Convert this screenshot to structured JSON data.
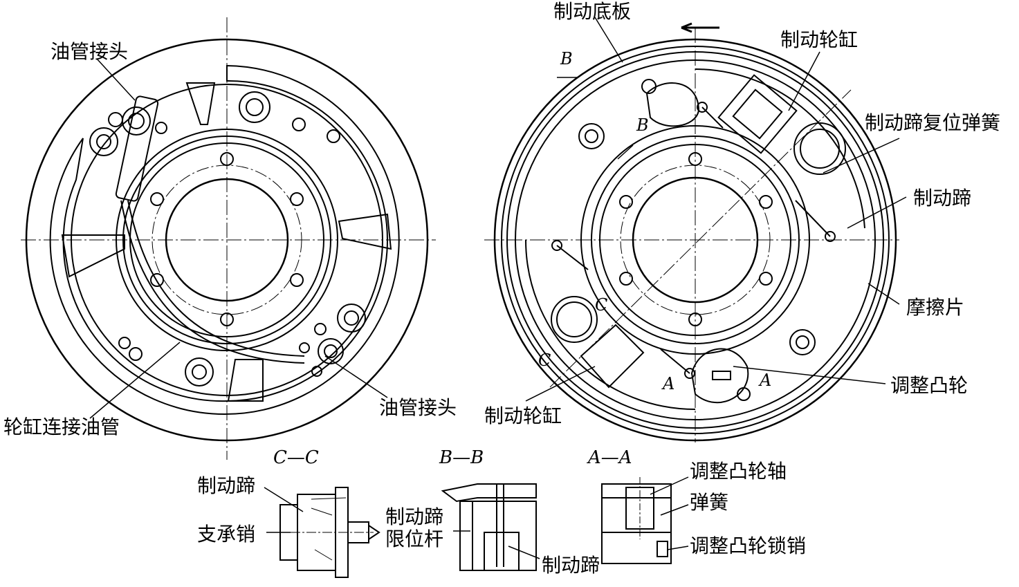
{
  "left_view": {
    "oil_pipe_joint_top": "油管接头",
    "oil_pipe_joint_bottom": "油管接头",
    "wheel_cyl_oil_pipe": "轮缸连接油管"
  },
  "right_view": {
    "backing_plate": "制动底板",
    "wheel_cylinder_top": "制动轮缸",
    "shoe_return_spring": "制动蹄复位弹簧",
    "brake_shoe": "制动蹄",
    "friction_lining": "摩擦片",
    "adjust_cam": "调整凸轮",
    "wheel_cylinder_bottom": "制动轮缸",
    "mark_B1": "B",
    "mark_B2": "B",
    "mark_C1": "C",
    "mark_C2": "C",
    "mark_A1": "A",
    "mark_A2": "A"
  },
  "section_cc": {
    "title": "C—C",
    "brake_shoe": "制动蹄",
    "support_pin": "支承销"
  },
  "section_bb": {
    "title": "B—B",
    "limit_rod_line1": "制动蹄",
    "limit_rod_line2": "限位杆",
    "brake_shoe": "制动蹄"
  },
  "section_aa": {
    "title": "A—A",
    "cam_shaft": "调整凸轮轴",
    "spring": "弹簧",
    "cam_lock_pin": "调整凸轮锁销"
  },
  "colors": {
    "line": "#000000",
    "background": "#ffffff"
  }
}
